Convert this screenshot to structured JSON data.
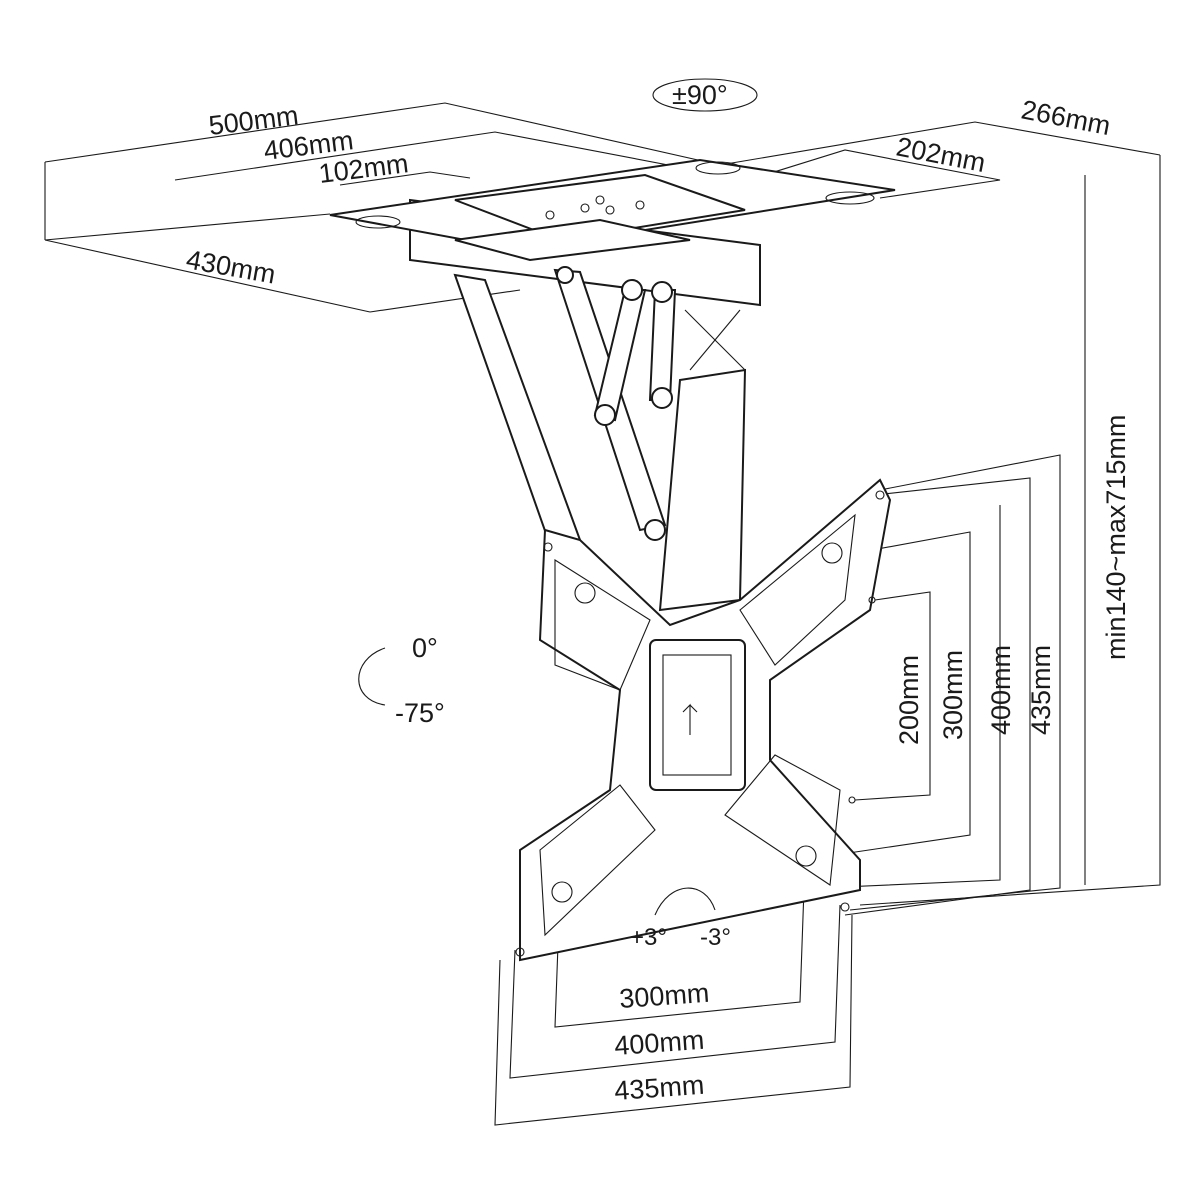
{
  "colors": {
    "line": "#1a1a1a",
    "background": "#ffffff"
  },
  "labels": {
    "swivel": "±90°",
    "width_total": "500mm",
    "width_rail": "406mm",
    "width_center": "102mm",
    "depth_rail": "430mm",
    "depth_total": "266mm",
    "depth_inner": "202mm",
    "height_range": "min140~max715mm",
    "tilt_top": "0°",
    "tilt_bottom": "-75°",
    "vesa_v_200": "200mm",
    "vesa_v_300": "300mm",
    "vesa_v_400": "400mm",
    "vesa_v_435": "435mm",
    "rotate_plus": "+3°",
    "rotate_minus": "-3°",
    "vesa_h_300": "300mm",
    "vesa_h_400": "400mm",
    "vesa_h_435": "435mm"
  }
}
